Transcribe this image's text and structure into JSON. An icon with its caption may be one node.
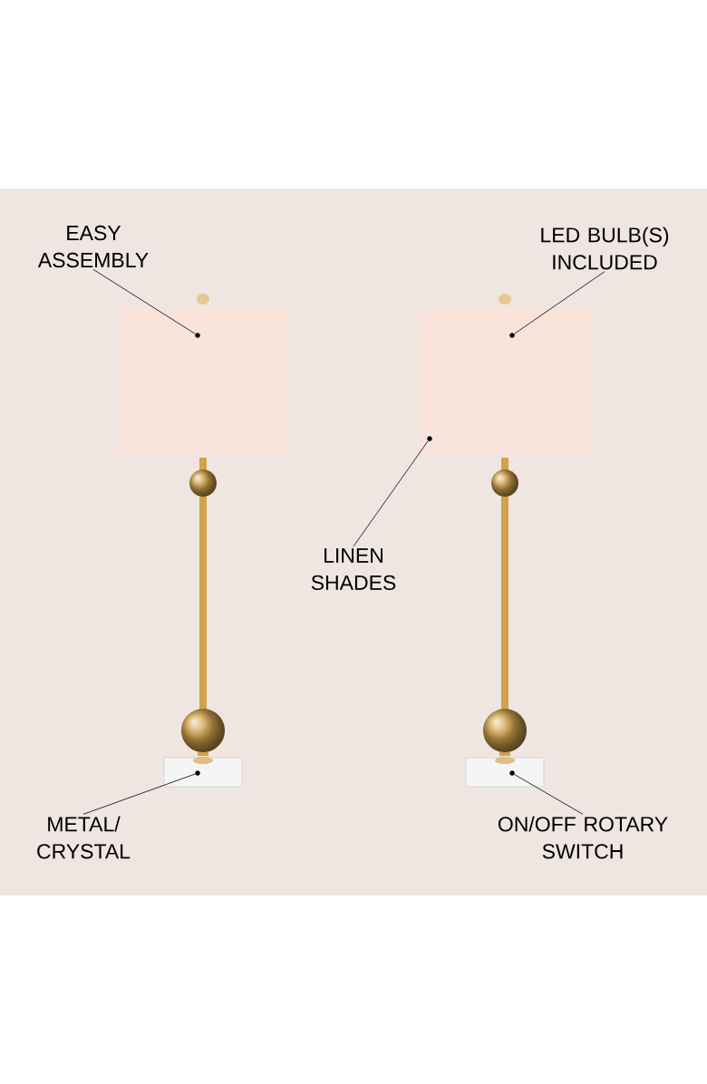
{
  "diagram": {
    "nodes": [
      {
        "text": [
          "EASY ASSEMBLY"
        ]
      },
      {
        "text": [
          "LED BULB(S) INCLUDED"
        ]
      },
      {
        "text": [],
        "shape": "circle"
      },
      {
        "text": [],
        "shape": "circle"
      },
      {
        "text": [],
        "shape": "circle"
      },
      {
        "text": [
          "LINEN SHADES"
        ]
      },
      {
        "text": [],
        "shape": "circle"
      },
      {
        "text": [],
        "shape": "circle"
      },
      {
        "text": [
          "METAL/ CRYSTAL"
        ]
      },
      {
        "text": [
          "ON/OFF ROTARY SWITCH"
        ]
      }
    ],
    "edges": [
      {
        "from": 0,
        "to": 2,
        "arrow": "none"
      },
      {
        "from": 1,
        "to": 3,
        "arrow": "none"
      },
      {
        "from": 5,
        "to": 4,
        "arrow": "none"
      },
      {
        "from": 8,
        "to": 6,
        "arrow": "none"
      },
      {
        "from": 9,
        "to": 7,
        "arrow": "none"
      }
    ]
  }
}
